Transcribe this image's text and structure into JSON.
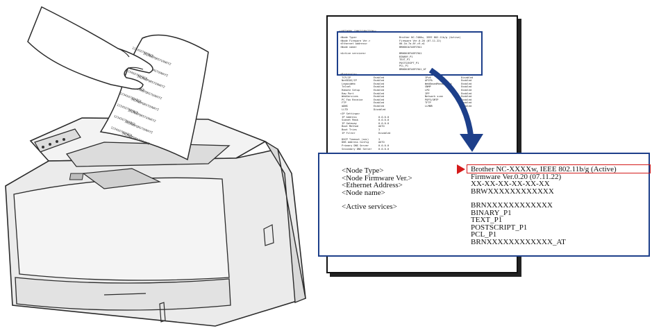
{
  "printed_sheet_lines": [
    "123456789ABCD",
    "JKLMNOPQRSTUVWXYZ",
    "123456789ABCD",
    "JKLMNOPQRSTUVWXYZ",
    "123456789ABCD",
    "JKLMNOPQRSTUVWXYZ",
    "123456789ABCD",
    "JKLMNOPQRSTUVWXYZ",
    "123456789ABCD",
    "JKLMNOPQRSTUVWXYZ",
    "123456789ABCD",
    "JKLMNOPQRSTUVWXYZ",
    "123456789ABCD",
    "JKLMNOPQRSTUVWXYZ",
    "123456789ABCD",
    "JKLMNOPQRSTUVWXYZ"
  ],
  "config_sheet": {
    "header": "<<NETWORK CONFIGURATION>>",
    "top_left": "<Node Type>\n<Node Firmware Ver.>\n<Ethernet Address>\n<Node name>\n\n<Active services>",
    "top_right": "Brother NC-7400w, IEEE 802.11b/g (Active)\nFirmware Ver.0.20 (07.11.22)\n00-1b-7a-8f-c9-a1\nBRN001b7A8FC9A1\n\nBRN001B7A8FC9A1\nBINARY_P1\nTEXT_P1\nPOSTSCRIPT_P1\nPCL_P1\nBRN001B7A8FC9A1_AT",
    "protocols_left": "<Protocols>\n TCP/IP\n NetBIOS/IP\n LegacyWeb\n Telnet\n Remote Setup\n Raw Port\n WebServices\n PC Fax Receive\n FTP\n mDNS\n LLTD",
    "protocols_mid": "\nEnabled\nEnabled\nEnabled\nEnabled\nEnabled\nEnabled\nEnabled\nEnabled\nEnabled\nEnabled\nDisabled",
    "protocols_right": "\nIPv6\nAPIPA\nWebBasedManagement\nSNMP\nLPD\nIPP\nNetwork scan\nPOP3/SMTP\nTFTP\nLLMNR",
    "protocols_right2": "\nDisabled\nEnabled\nEnabled\nEnabled\nEnabled\nEnabled\nEnabled\nEnabled\nEnabled\nEnabled",
    "ip_left": "<IP Settings>\n IP Address\n Subnet Mask\n IP Gateway\n Boot Method\n Boot Tries\n IP Filter\n\n DHCP Timeout (sec)\n DNS Address Config\n Primary DNS Server\n Secondary DNS Server",
    "ip_right": "\n0.0.0.0\n0.0.0.0\n0.0.0.0\nAUTO\n3\nDisabled\n\n3\nAUTO\n0.0.0.0\n0.0.0.0"
  },
  "zoom": {
    "labels": [
      "<Node Type>",
      "<Node Firmware Ver.>",
      "<Ethernet Address>",
      "<Node name>",
      "",
      "<Active services>"
    ],
    "values": [
      "Brother NC-XXXXw, IEEE 802.11b/g (Active)",
      "Firmware Ver.0.20 (07.11.22)",
      "XX-XX-XX-XX-XX-XX",
      "BRWXXXXXXXXXXXX",
      "",
      "BRNXXXXXXXXXXXX",
      "BINARY_P1",
      "TEXT_P1",
      "POSTSCRIPT_P1",
      "PCL_P1",
      "BRNXXXXXXXXXXXX_AT"
    ]
  },
  "colors": {
    "highlight_box": "#1d3f8a",
    "arrow": "#1d3f8a",
    "pointer_marker": "#d41a1a",
    "printer_body": "#ececec",
    "printer_outline": "#2a2a2a"
  }
}
